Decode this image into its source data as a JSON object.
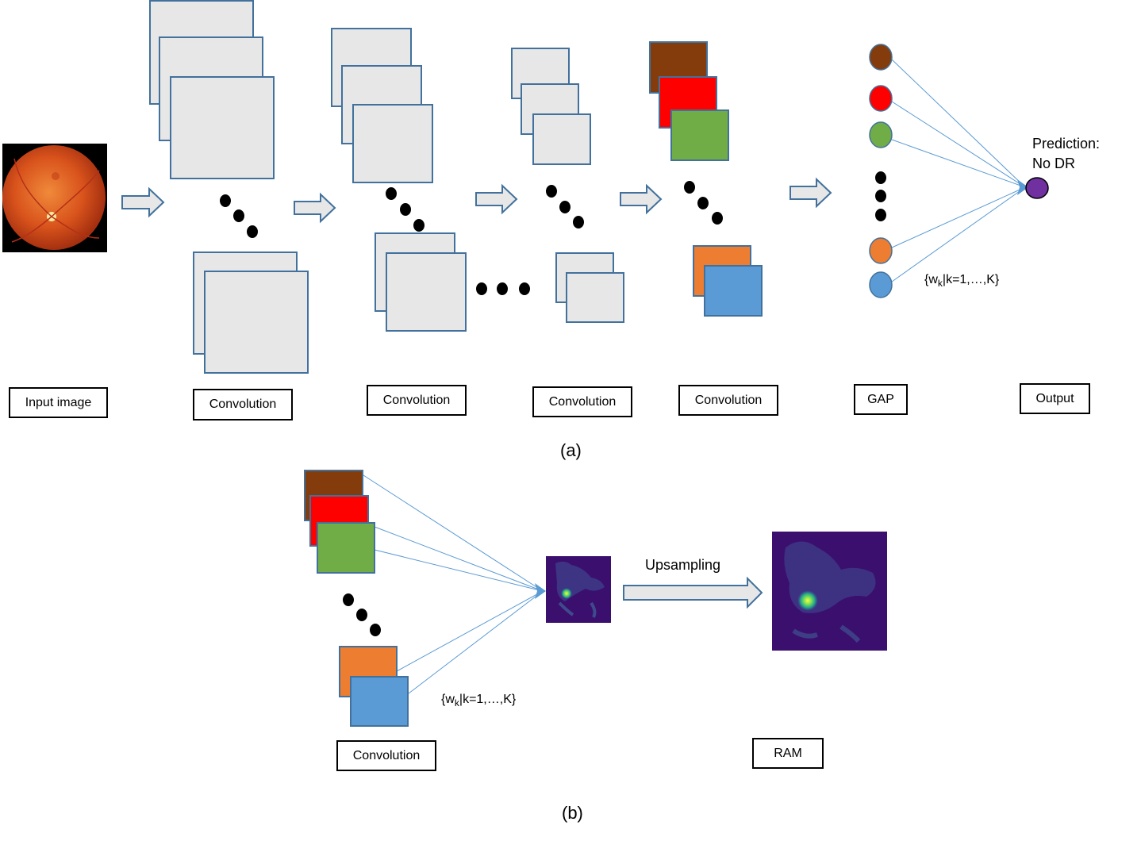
{
  "panel_a": {
    "caption": "(a)",
    "labels": {
      "input": "Input image",
      "conv1": "Convolution",
      "conv2": "Convolution",
      "conv3": "Convolution",
      "conv4": "Convolution",
      "gap": "GAP",
      "output": "Output"
    },
    "prediction_line1": "Prediction:",
    "prediction_line2": "No DR",
    "weights": {
      "open": "{w",
      "sub": "k",
      "rest": "|k=1,…,K}"
    }
  },
  "panel_b": {
    "caption": "(b)",
    "labels": {
      "conv": "Convolution",
      "ram": "RAM"
    },
    "upsampling": "Upsampling",
    "weights": {
      "open": "{w",
      "sub": "k",
      "rest": "|k=1,…,K}"
    }
  },
  "colors": {
    "feature_map_gray": "#e7e7e7",
    "map_border": "#41719c",
    "brown": "#843c0c",
    "red": "#ff0000",
    "green": "#70ad47",
    "orange": "#ed7d31",
    "blue": "#5b9bd5",
    "purple": "#7030a0",
    "heatmap_bg": "#3b0f6e"
  }
}
